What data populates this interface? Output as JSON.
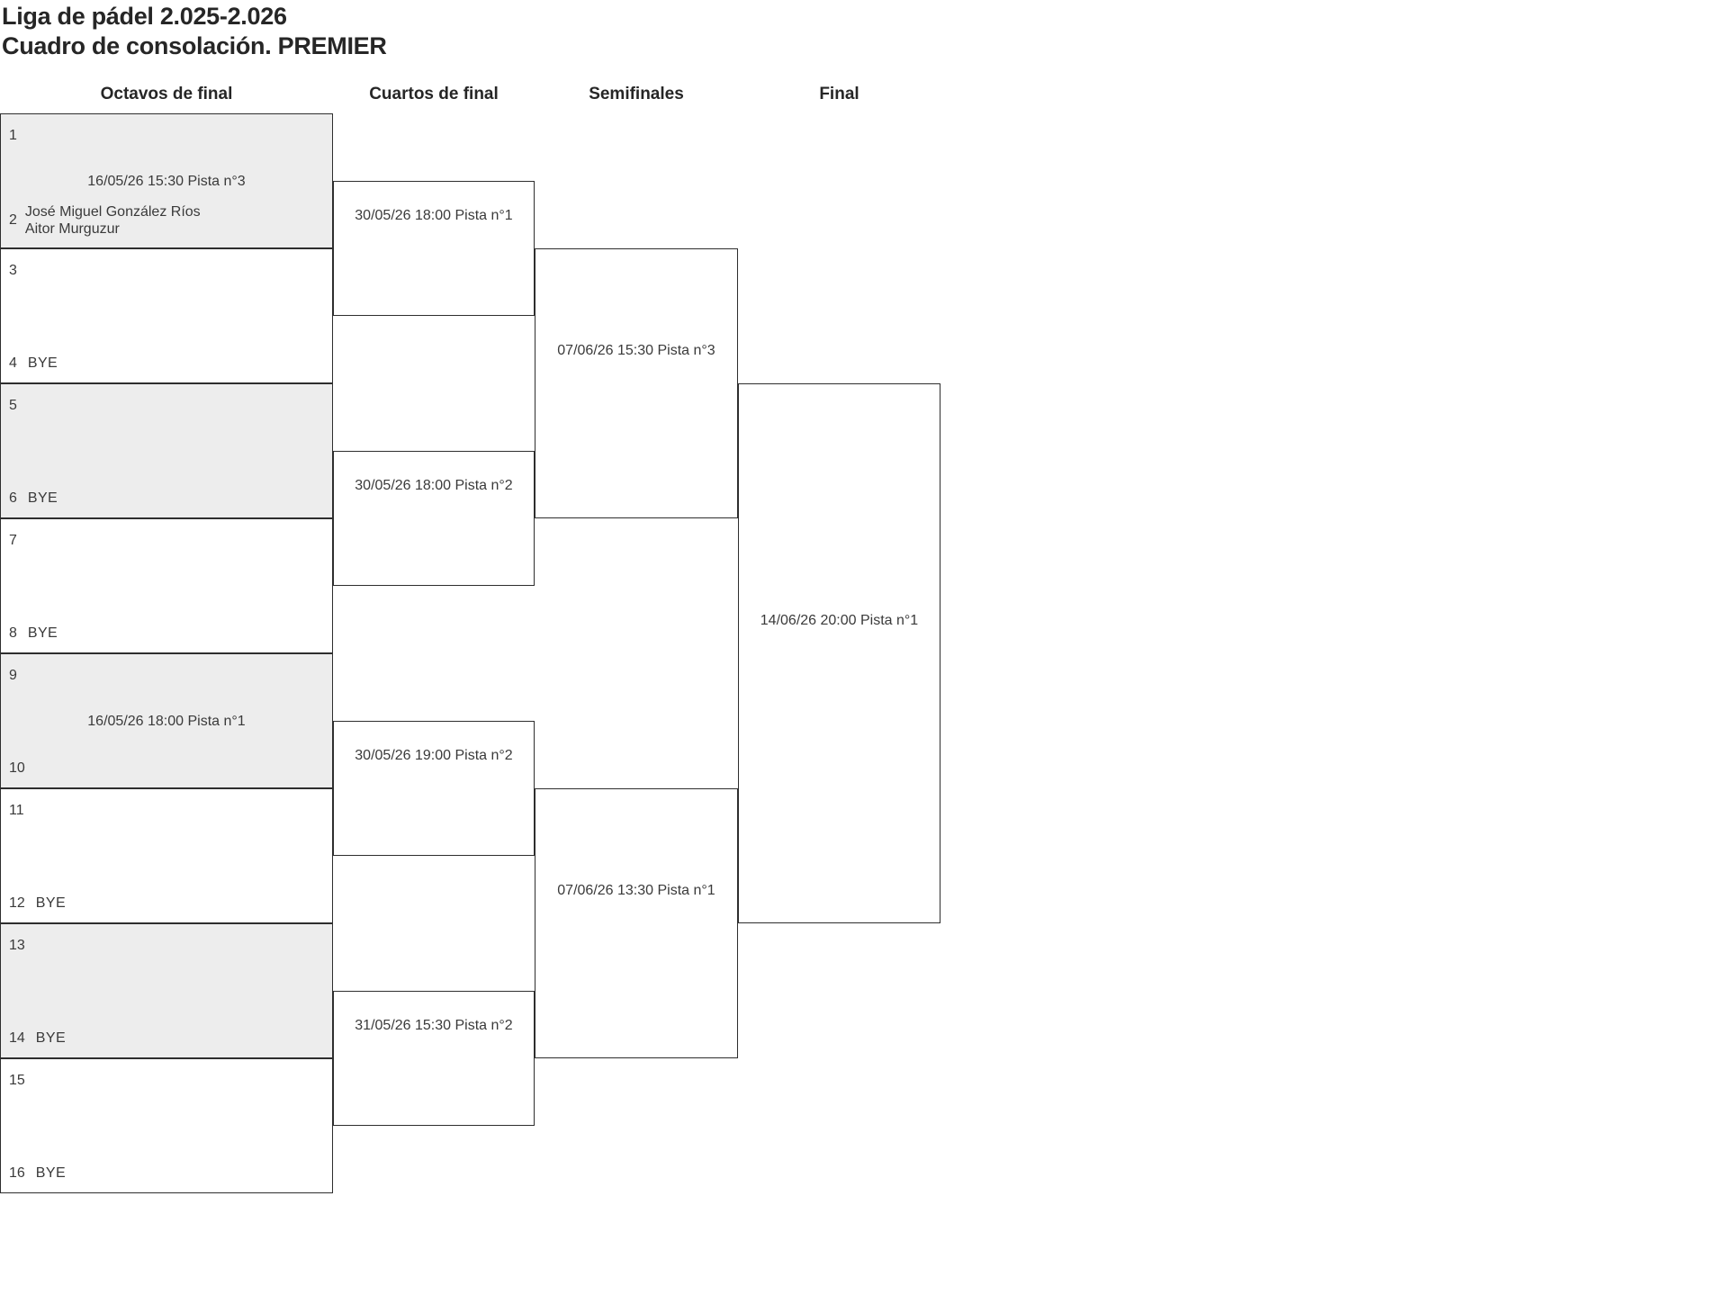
{
  "page": {
    "title_line1": "Liga de pádel 2.025-2.026",
    "title_line2": "Cuadro de consolación. PREMIER"
  },
  "headers": {
    "round16": "Octavos de final",
    "quarterfinals": "Cuartos de final",
    "semifinals": "Semifinales",
    "final": "Final"
  },
  "round16": [
    {
      "top_seed": "1",
      "date": "16/05/26 15:30 Pista n°3",
      "bottom_seed": "2",
      "bottom_player1": "José Miguel González Ríos",
      "bottom_player2": "Aitor Murguzur"
    },
    {
      "top_seed": "3",
      "bottom_seed": "4",
      "bottom_bye": "BYE"
    },
    {
      "top_seed": "5",
      "bottom_seed": "6",
      "bottom_bye": "BYE"
    },
    {
      "top_seed": "7",
      "bottom_seed": "8",
      "bottom_bye": "BYE"
    },
    {
      "top_seed": "9",
      "date": "16/05/26 18:00 Pista n°1",
      "bottom_seed": "10"
    },
    {
      "top_seed": "11",
      "bottom_seed": "12",
      "bottom_bye": "BYE"
    },
    {
      "top_seed": "13",
      "bottom_seed": "14",
      "bottom_bye": "BYE"
    },
    {
      "top_seed": "15",
      "bottom_seed": "16",
      "bottom_bye": "BYE"
    }
  ],
  "quarterfinals": [
    {
      "date": "30/05/26 18:00 Pista n°1"
    },
    {
      "date": "30/05/26 18:00 Pista n°2"
    },
    {
      "date": "30/05/26 19:00 Pista n°2"
    },
    {
      "date": "31/05/26 15:30 Pista n°2"
    }
  ],
  "semifinals": [
    {
      "date": "07/06/26 15:30 Pista n°3"
    },
    {
      "date": "07/06/26 13:30 Pista n°1"
    }
  ],
  "final": {
    "date": "14/06/26 20:00 Pista n°1"
  },
  "colors": {
    "shaded_box": "#ededed",
    "border": "#2e2e2e",
    "text": "#3a3a3a",
    "heading": "#262626"
  }
}
